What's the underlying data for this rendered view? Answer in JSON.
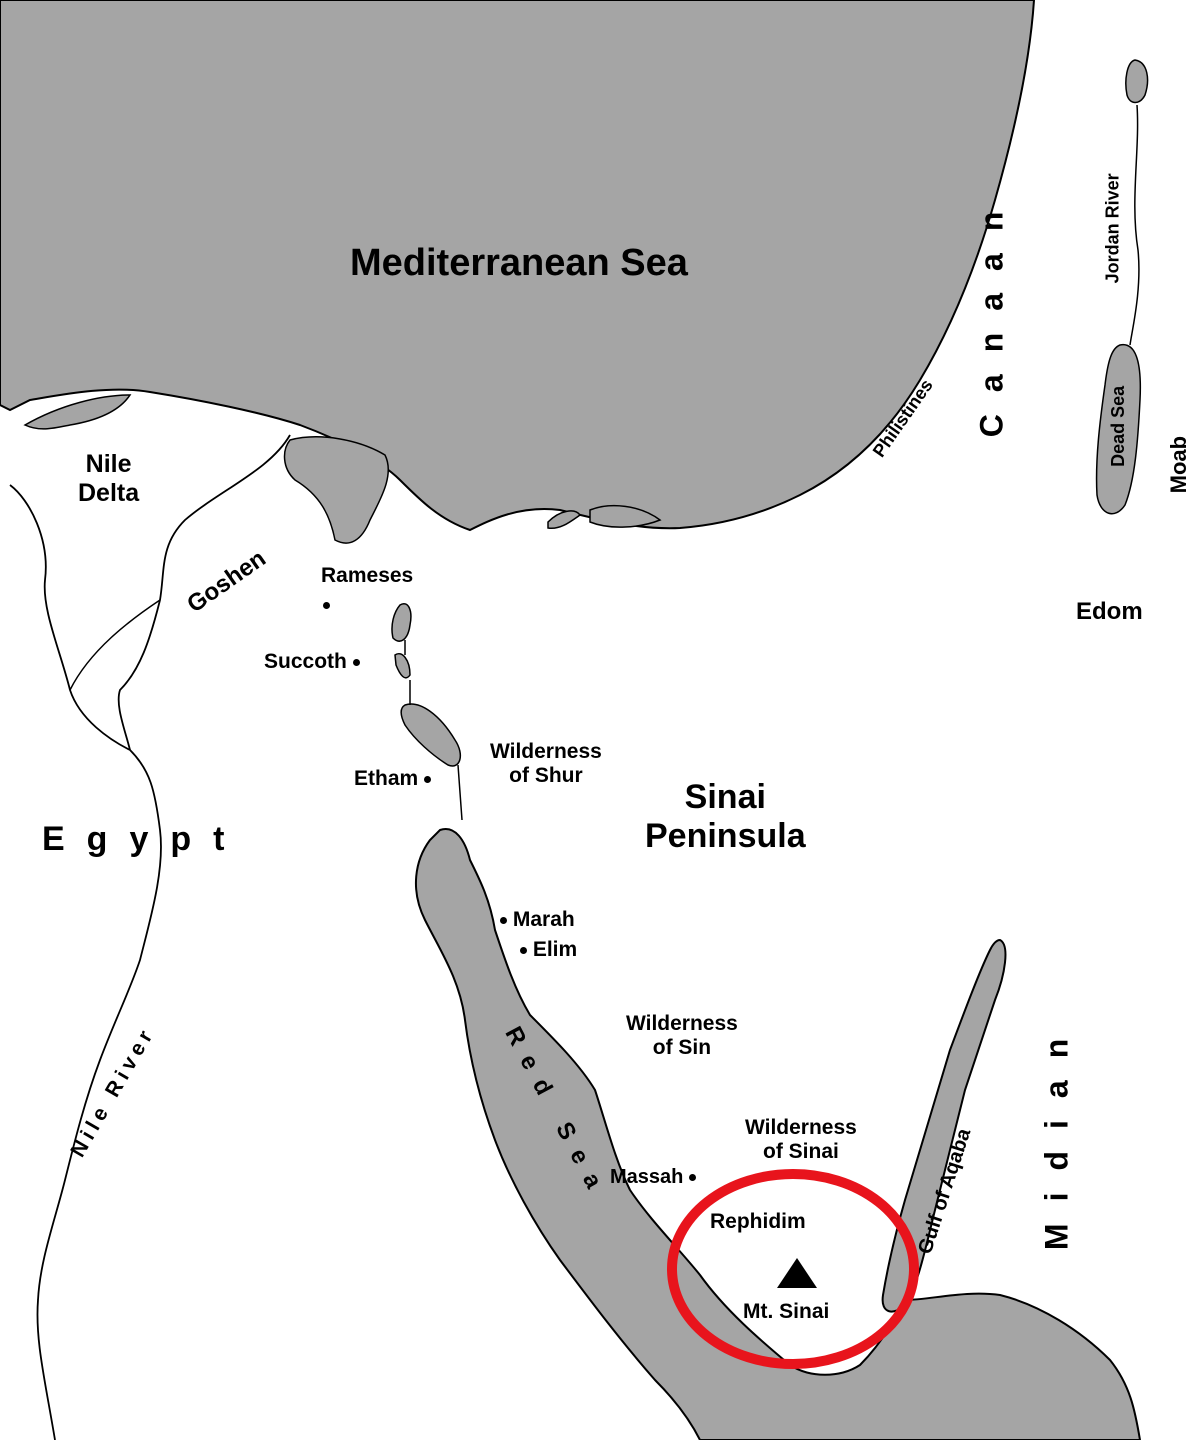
{
  "map": {
    "colors": {
      "water": "#a5a5a5",
      "land": "#ffffff",
      "outline": "#000000",
      "highlight": "#e8141c"
    },
    "labels": {
      "mediterranean_sea": "Mediterranean Sea",
      "nile_delta": "Nile\nDelta",
      "goshen": "Goshen",
      "egypt": "Egypt",
      "nile_river": "Nile River",
      "philistines": "Philistines",
      "canaan": "Canaan",
      "jordan_river": "Jordan River",
      "dead_sea": "Dead Sea",
      "moab": "Moab",
      "edom": "Edom",
      "wilderness_of_shur": "Wilderness\nof Shur",
      "sinai_peninsula": "Sinai\nPeninsula",
      "red_sea": "Red Sea",
      "wilderness_of_sin": "Wilderness\nof Sin",
      "wilderness_of_sinai": "Wilderness\nof Sinai",
      "gulf_of_aqaba": "Gulf of Aqaba",
      "midian": "Midian"
    },
    "places": {
      "rameses": "Rameses",
      "succoth": "Succoth",
      "etham": "Etham",
      "marah": "Marah",
      "elim": "Elim",
      "massah": "Massah",
      "rephidim": "Rephidim",
      "mt_sinai": "Mt. Sinai"
    },
    "icons": {
      "mountain": "triangle-mountain-icon",
      "highlight": "red-circle-highlight"
    }
  }
}
